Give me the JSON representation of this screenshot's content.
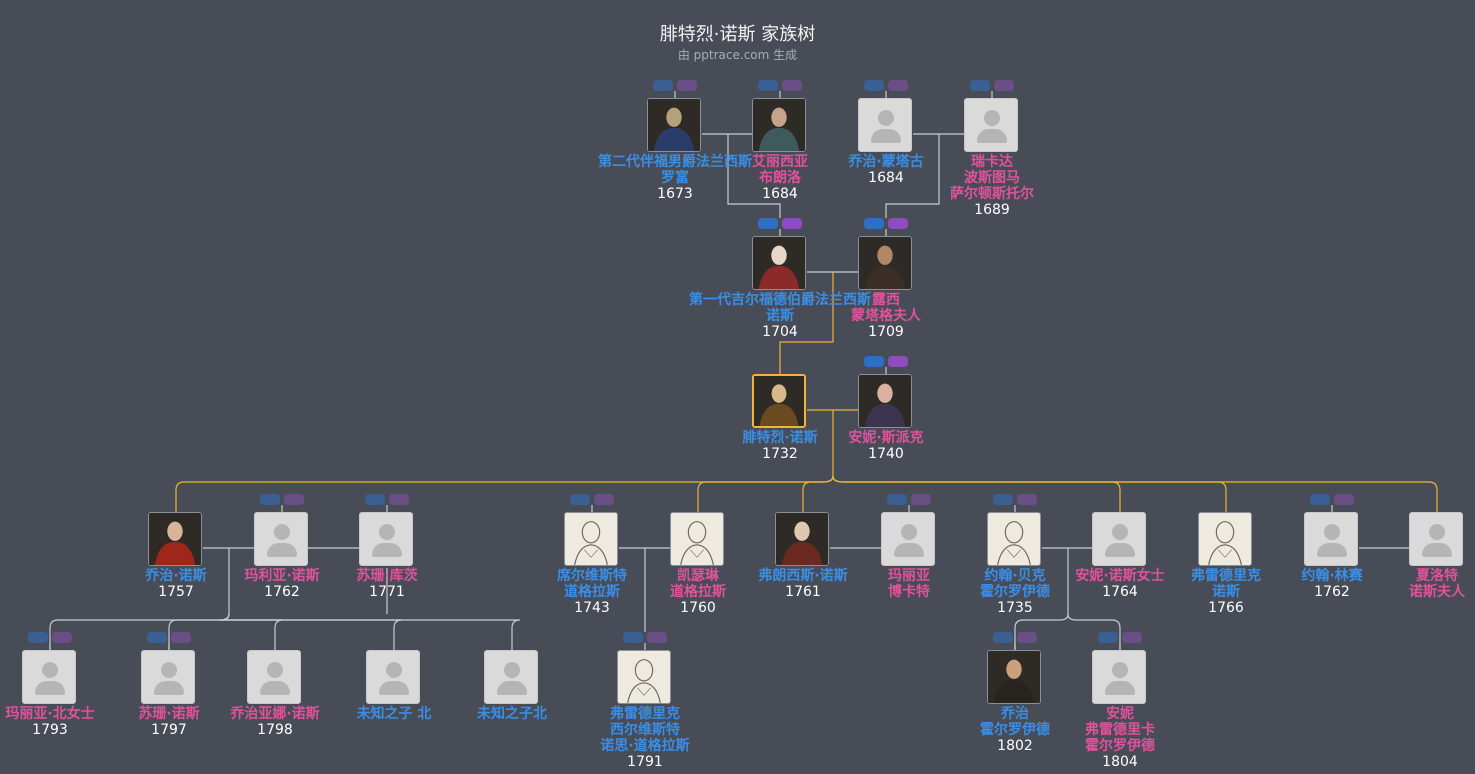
{
  "title": "腓特烈·诺斯 家族树",
  "subtitle": "由 pptrace.com 生成",
  "colors": {
    "background": "#474c56",
    "male_name": "#3a8ee6",
    "female_name": "#e0529c",
    "line_main": "#f0b43a",
    "line_normal": "#c9ccd2"
  },
  "people": [
    {
      "id": "p1",
      "lines": [
        "第二代伴福男爵法兰西斯",
        "罗富"
      ],
      "year": "1673",
      "gender": "m",
      "photo": "portrait"
    },
    {
      "id": "p2",
      "lines": [
        "艾丽西亚",
        "布朗洛"
      ],
      "year": "1684",
      "gender": "f",
      "photo": "portrait"
    },
    {
      "id": "p3",
      "lines": [
        "乔治·蒙塔古"
      ],
      "year": "1684",
      "gender": "m",
      "photo": "placeholder"
    },
    {
      "id": "p4",
      "lines": [
        "瑞卡达",
        "波斯图马",
        "萨尔顿斯托尔"
      ],
      "year": "1689",
      "gender": "f",
      "photo": "placeholder"
    },
    {
      "id": "p5",
      "lines": [
        "第一代吉尔福德伯爵法兰西斯",
        "诺斯"
      ],
      "year": "1704",
      "gender": "m",
      "photo": "portrait"
    },
    {
      "id": "p6",
      "lines": [
        "露西",
        "蒙塔格夫人"
      ],
      "year": "1709",
      "gender": "f",
      "photo": "portrait"
    },
    {
      "id": "p7",
      "lines": [
        "腓特烈·诺斯"
      ],
      "year": "1732",
      "gender": "m",
      "photo": "portrait",
      "focus": true
    },
    {
      "id": "p8",
      "lines": [
        "安妮·斯派克"
      ],
      "year": "1740",
      "gender": "f",
      "photo": "portrait"
    },
    {
      "id": "c1",
      "lines": [
        "乔治·诺斯"
      ],
      "year": "1757",
      "gender": "m",
      "photo": "portrait"
    },
    {
      "id": "c1w1",
      "lines": [
        "玛利亚·诺斯"
      ],
      "year": "1762",
      "gender": "f",
      "photo": "placeholder"
    },
    {
      "id": "c1w2",
      "lines": [
        "苏珊·库茨"
      ],
      "year": "1771",
      "gender": "f",
      "photo": "placeholder"
    },
    {
      "id": "c2h",
      "lines": [
        "席尔维斯特",
        "道格拉斯"
      ],
      "year": "1743",
      "gender": "m",
      "photo": "sketch"
    },
    {
      "id": "c2",
      "lines": [
        "凯瑟琳",
        "道格拉斯"
      ],
      "year": "1760",
      "gender": "f",
      "photo": "sketch"
    },
    {
      "id": "c3",
      "lines": [
        "弗朗西斯·诺斯"
      ],
      "year": "1761",
      "gender": "m",
      "photo": "portrait"
    },
    {
      "id": "c3w",
      "lines": [
        "玛丽亚",
        "博卡特"
      ],
      "year": "",
      "gender": "f",
      "photo": "placeholder"
    },
    {
      "id": "c4h",
      "lines": [
        "约翰·贝克",
        "霍尔罗伊德"
      ],
      "year": "1735",
      "gender": "m",
      "photo": "sketch"
    },
    {
      "id": "c4",
      "lines": [
        "安妮·诺斯女士"
      ],
      "year": "1764",
      "gender": "f",
      "photo": "placeholder"
    },
    {
      "id": "c5",
      "lines": [
        "弗雷德里克",
        "诺斯"
      ],
      "year": "1766",
      "gender": "m",
      "photo": "sketch"
    },
    {
      "id": "c6h",
      "lines": [
        "约翰·林赛"
      ],
      "year": "1762",
      "gender": "m",
      "photo": "placeholder"
    },
    {
      "id": "c6",
      "lines": [
        "夏洛特",
        "诺斯夫人"
      ],
      "year": "",
      "gender": "f",
      "photo": "placeholder"
    },
    {
      "id": "g1",
      "lines": [
        "玛丽亚·北女士"
      ],
      "year": "1793",
      "gender": "f",
      "photo": "placeholder"
    },
    {
      "id": "g2",
      "lines": [
        "苏珊·诺斯"
      ],
      "year": "1797",
      "gender": "f",
      "photo": "placeholder"
    },
    {
      "id": "g3",
      "lines": [
        "乔治亚娜·诺斯"
      ],
      "year": "1798",
      "gender": "f",
      "photo": "placeholder"
    },
    {
      "id": "g4",
      "lines": [
        "未知之子 北"
      ],
      "year": "",
      "gender": "m",
      "photo": "placeholder"
    },
    {
      "id": "g5",
      "lines": [
        "未知之子北"
      ],
      "year": "",
      "gender": "m",
      "photo": "placeholder"
    },
    {
      "id": "g6",
      "lines": [
        "弗雷德里克",
        "西尔维斯特",
        "诺思·道格拉斯"
      ],
      "year": "1791",
      "gender": "m",
      "photo": "sketch"
    },
    {
      "id": "g7",
      "lines": [
        "乔治",
        "霍尔罗伊德"
      ],
      "year": "1802",
      "gender": "m",
      "photo": "portrait"
    },
    {
      "id": "g8",
      "lines": [
        "安妮",
        "弗雷德里卡",
        "霍尔罗伊德"
      ],
      "year": "1804",
      "gender": "f",
      "photo": "placeholder"
    }
  ]
}
